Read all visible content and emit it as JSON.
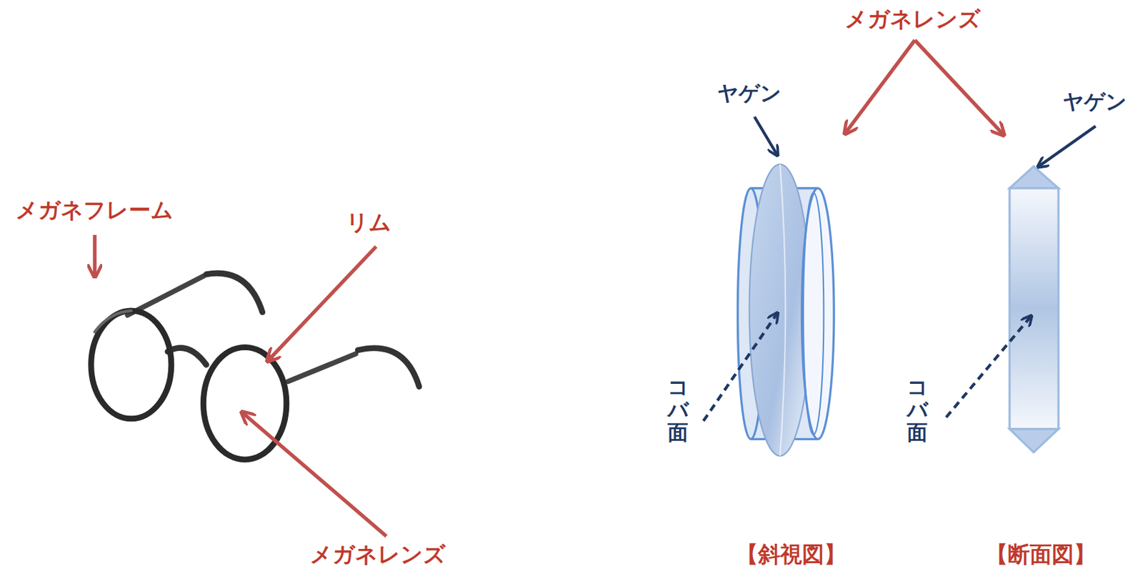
{
  "diagram": {
    "labels": [
      "メガネレンズ",
      "ヤゲン",
      "ヤゲン",
      "メガネフレーム",
      "リム",
      "コバ面",
      "コバ面",
      "メガネレンズ",
      "【斜視図】",
      "【断面図】"
    ]
  }
}
